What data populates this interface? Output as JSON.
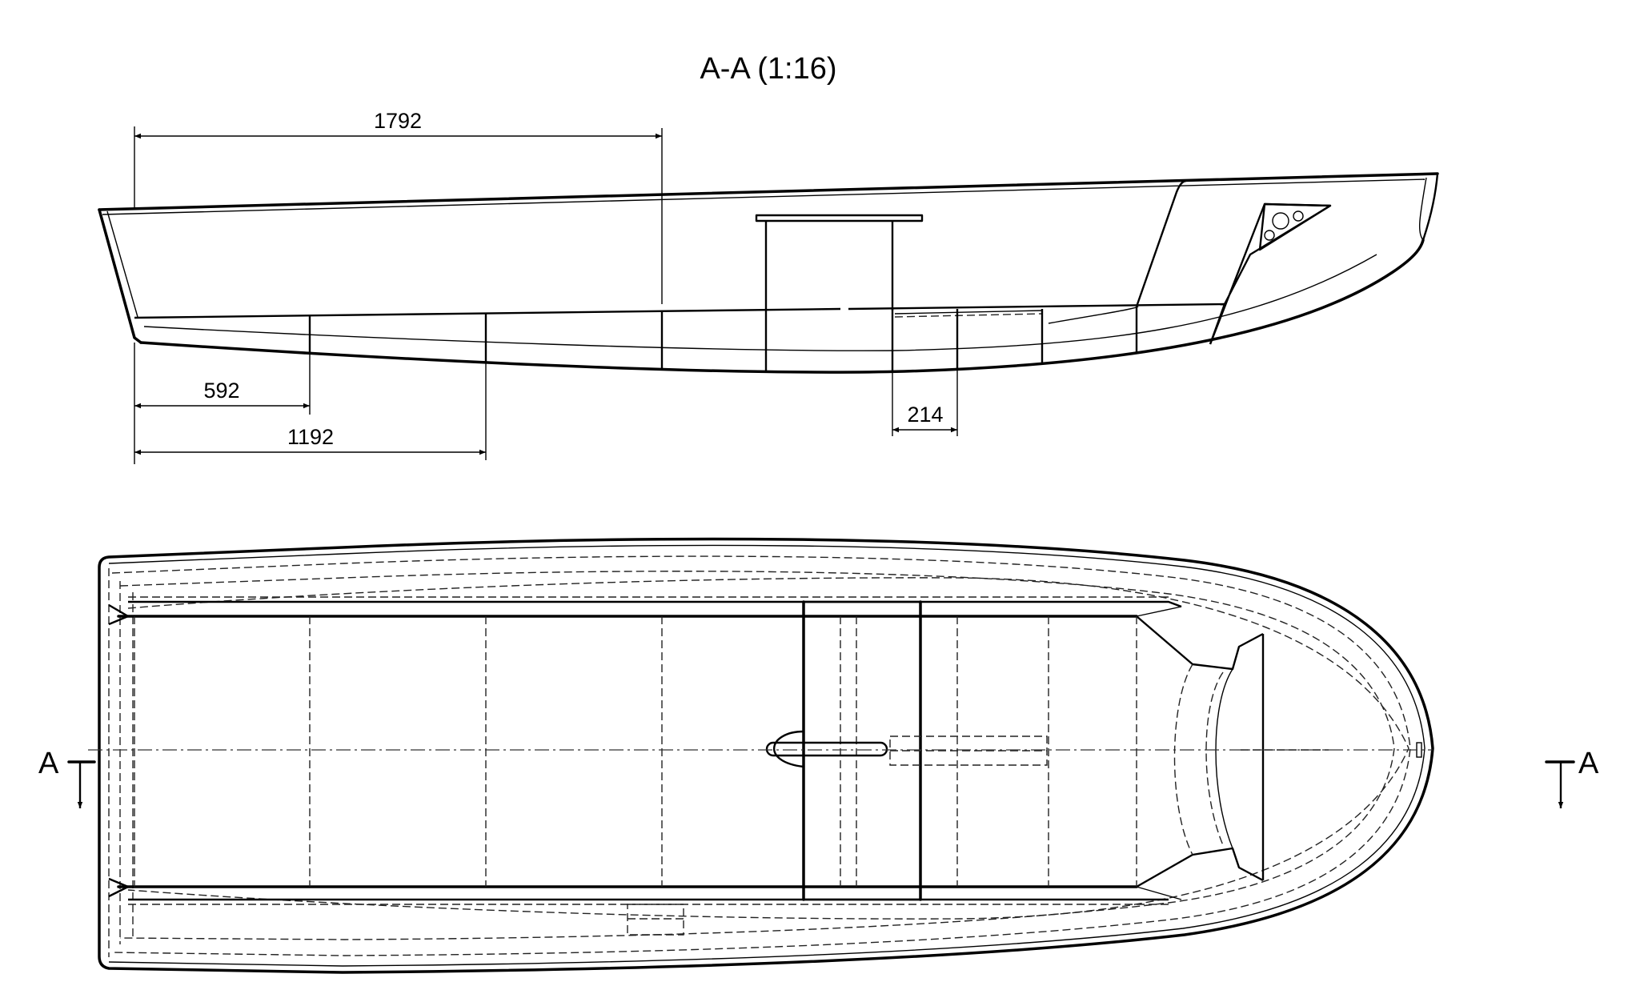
{
  "section_title": "A-A (1:16)",
  "dimensions": {
    "top_length": "1792",
    "frame_1": "592",
    "frame_2": "1192",
    "frame_gap": "214"
  },
  "section_marks": {
    "left": "A",
    "right": "A"
  }
}
